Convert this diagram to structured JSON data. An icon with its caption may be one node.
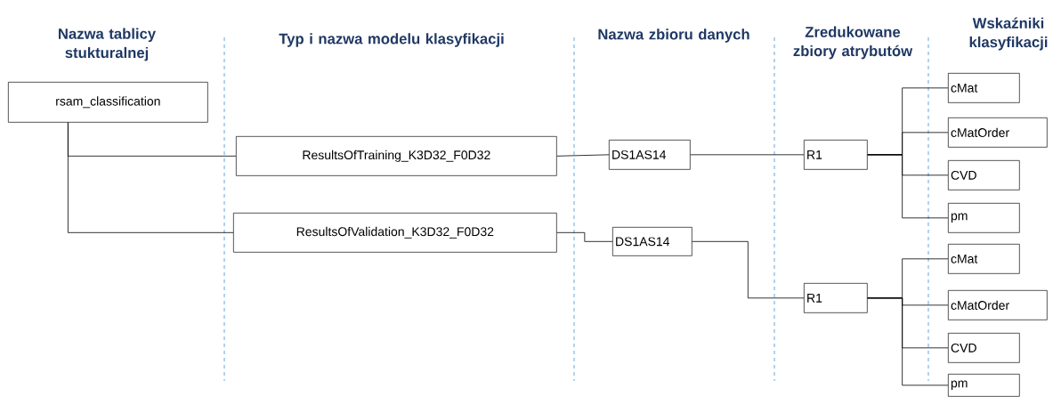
{
  "diagram": {
    "nodes": [
      {
        "text": [
          "rsam_classification"
        ]
      },
      {
        "text": [
          "ResultsOfTraining_K3D32_F0D32"
        ]
      },
      {
        "text": [
          "ResultsOfValidation_K3D32_F0D32"
        ]
      },
      {
        "text": [
          "DS1AS14"
        ]
      },
      {
        "text": [
          "DS1AS14"
        ]
      },
      {
        "text": [
          "R1"
        ]
      },
      {
        "text": [
          "R1"
        ]
      },
      {
        "text": [
          "cMat"
        ]
      },
      {
        "text": [
          "cMatOrder"
        ]
      },
      {
        "text": [
          "CVD"
        ]
      },
      {
        "text": [
          "pm"
        ]
      },
      {
        "text": [
          "cMat"
        ]
      },
      {
        "text": [
          "cMatOrder"
        ]
      },
      {
        "text": [
          "CVD"
        ]
      },
      {
        "text": [
          "pm"
        ]
      }
    ],
    "edges": [
      {
        "from": 0,
        "to": 1,
        "arrow": "none"
      },
      {
        "from": 0,
        "to": 2,
        "arrow": "none"
      },
      {
        "from": 1,
        "to": 3,
        "arrow": "none"
      },
      {
        "from": 2,
        "to": 4,
        "arrow": "none"
      },
      {
        "from": 3,
        "to": 5,
        "arrow": "none"
      },
      {
        "from": 4,
        "to": 6,
        "arrow": "none"
      },
      {
        "from": 5,
        "to": 7,
        "arrow": "none"
      },
      {
        "from": 5,
        "to": 8,
        "arrow": "none"
      },
      {
        "from": 5,
        "to": 9,
        "arrow": "none"
      },
      {
        "from": 5,
        "to": 10,
        "arrow": "none"
      },
      {
        "from": 6,
        "to": 11,
        "arrow": "none"
      },
      {
        "from": 6,
        "to": 12,
        "arrow": "none"
      },
      {
        "from": 6,
        "to": 13,
        "arrow": "none"
      },
      {
        "from": 6,
        "to": 14,
        "arrow": "none"
      }
    ],
    "labels": [
      "Nazwa tablicy stukturalnej",
      "Typ i nazwa modelu klasyfikacji",
      "Nazwa zbioru danych",
      "Zredukowane zbiory atrybutów",
      "Wskaźniki klasyfikacji"
    ]
  }
}
